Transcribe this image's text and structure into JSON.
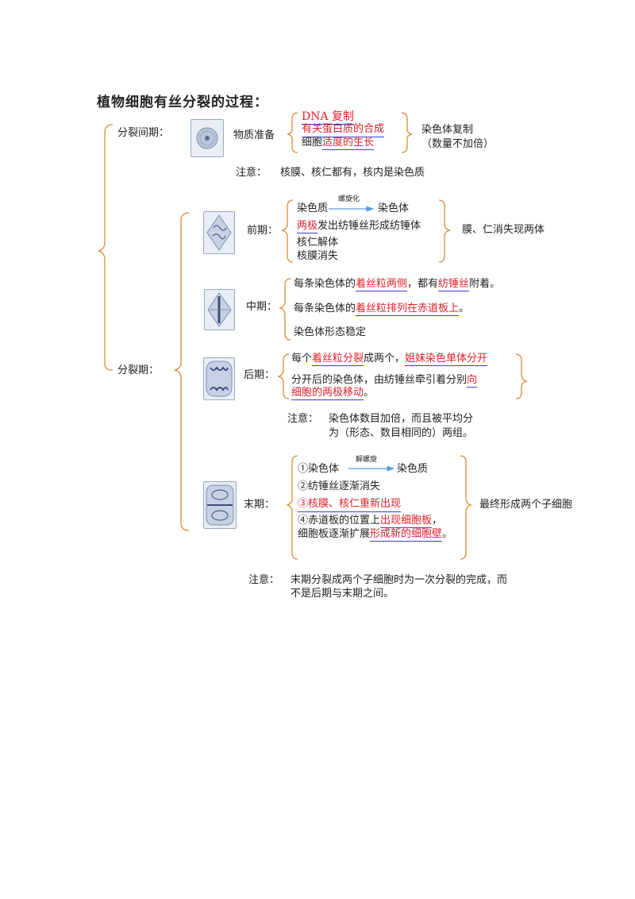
{
  "title": "植物细胞有丝分裂的过程：",
  "colors": {
    "bracket": "#e08a3a",
    "highlight": "#e0202a",
    "underline": "#3b3bdc",
    "arrow": "#5a9bd8"
  },
  "interphase": {
    "label": "分裂间期：",
    "prep": "物质准备",
    "item1": "DNA 复制",
    "item2": "有关蛋白质的合成",
    "item3_a": "细胞",
    "item3_b": "适度的生长",
    "result_1": "染色体复制",
    "result_2": "（数量不加倍）",
    "note_label": "注意：",
    "note": "核膜、核仁都有，核内是染色质"
  },
  "mitosis": {
    "label": "分裂期："
  },
  "prophase": {
    "label": "前期：",
    "arrow_label": "螺旋化",
    "from": "染色质",
    "to": "染色体",
    "l2_a": "两极",
    "l2_b": "发出纺锤丝形成纺锤体",
    "l3": "核仁解体",
    "l4": "核膜消失",
    "result": "膜、仁消失现两体"
  },
  "metaphase": {
    "label": "中期：",
    "l1_a": "每条染色体的",
    "l1_b": "着丝粒两侧",
    "l1_c": "，都有",
    "l1_d": "纺锤丝",
    "l1_e": "附着。",
    "l2_a": "每条染色体的",
    "l2_b": "着丝粒排列在赤道板上",
    "l2_c": "。",
    "l3": "染色体形态稳定"
  },
  "anaphase": {
    "label": "后期：",
    "l1_a": "每个",
    "l1_b": "着丝粒分裂",
    "l1_c": "成两个，",
    "l1_d": "姐妹染色单体分开",
    "l2_a": "分开后的染色体，由纺锤丝牵引着分别",
    "l2_b": "向",
    "l3_a": "细胞的两极移动",
    "l3_b": "。",
    "note_label": "注意：",
    "note_1": "染色体数目加倍，而且被平均分",
    "note_2": "为（形态、数目相同的）两组。"
  },
  "telophase": {
    "label": "末期：",
    "arrow_label": "解螺旋",
    "l1_a": "①染色体",
    "l1_b": "染色质",
    "l2": "②纺锤丝逐渐消失",
    "l3": "③核膜、核仁重新出现",
    "l4_a": "④赤道板的位置上",
    "l4_b": "出现细胞板",
    "l4_c": "，",
    "l5_a": "细胞板逐渐扩展",
    "l5_b": "形成新的细胞壁",
    "l5_c": "。",
    "result": "最终形成两个子细胞",
    "note_label": "注意：",
    "note_1": "末期分裂成两个子细胞时为一次分裂的完成，而",
    "note_2": "不是后期与末期之间。"
  }
}
